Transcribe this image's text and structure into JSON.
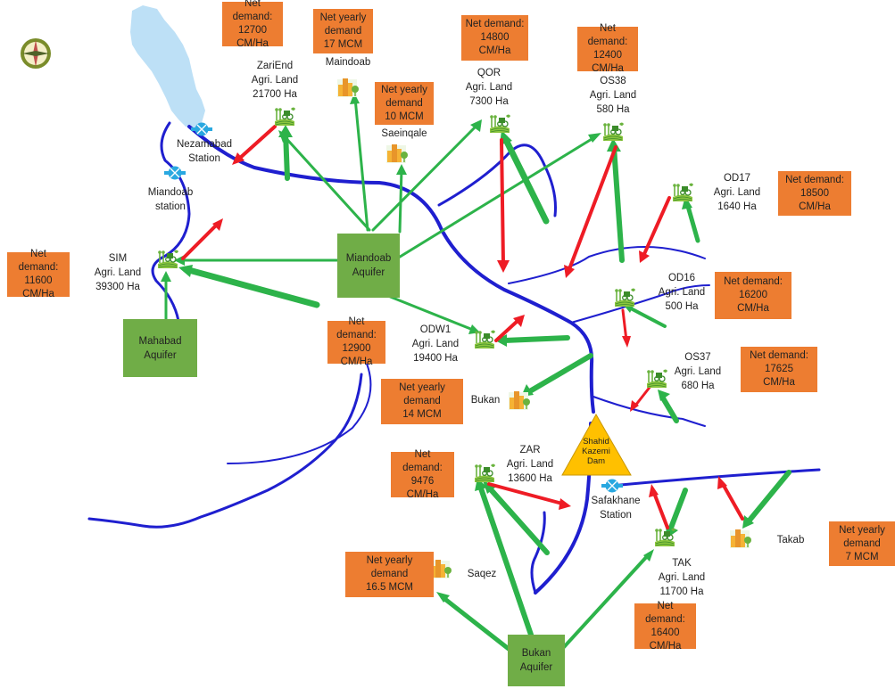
{
  "colors": {
    "river": "#1f1fcf",
    "lake": "#bde0f6",
    "supply": "#2db34a",
    "return": "#ee1c25",
    "demand_box": "#ed7d31",
    "aquifer": "#70ad47",
    "dam": "#ffc000",
    "station": "#29a8e0"
  },
  "icons": [
    "compass-icon",
    "farm-icon",
    "city-icon",
    "station-icon",
    "dam-icon"
  ],
  "demand_boxes": {
    "zariend": "Net demand:\n12700\nCM/Ha",
    "maindoab": "Net yearly\ndemand\n17 MCM",
    "qor": "Net demand:\n14800\nCM/Ha",
    "os38": "Net demand:\n12400\nCM/Ha",
    "saeinqale": "Net yearly\ndemand\n10 MCM",
    "od17": "Net demand:\n18500\nCM/Ha",
    "sim": "Net demand:\n11600\nCM/Ha",
    "od16": "Net demand:\n16200\nCM/Ha",
    "odw1": "Net demand:\n12900\nCM/Ha",
    "os37": "Net demand:\n17625\nCM/Ha",
    "bukan": "Net yearly\ndemand\n14 MCM",
    "zar": "Net demand:\n9476\nCM/Ha",
    "takab": "Net yearly\ndemand\n7 MCM",
    "saqez": "Net yearly\ndemand\n16.5 MCM",
    "tak": "Net demand:\n16400\nCM/Ha"
  },
  "aquifers": {
    "miandoab": "Miandoab\nAquifer",
    "mahabad": "Mahabad\nAquifer",
    "bukan": "Bukan\nAquifer"
  },
  "labels": {
    "zariend": "ZariEnd\nAgri. Land\n21700 Ha",
    "maindoab": "Maindoab",
    "qor": "QOR\nAgri. Land\n7300 Ha",
    "os38": "OS38\nAgri. Land\n580 Ha",
    "saeinqale": "Saeinqale",
    "nezamabad": "Nezamabad\nStation",
    "miandoab_station": "Miandoab\nstation",
    "od17": "OD17\nAgri. Land\n1640 Ha",
    "sim": "SIM\nAgri. Land\n39300 Ha",
    "od16": "OD16\nAgri. Land\n500 Ha",
    "odw1": "ODW1\nAgri. Land\n19400 Ha",
    "os37": "OS37\nAgri. Land\n680 Ha",
    "bukan": "Bukan",
    "zar": "ZAR\nAgri. Land\n13600 Ha",
    "dam": "Shahid\nKazemi\nDam",
    "safakhane": "Safakhane\nStation",
    "takab": "Takab",
    "tak": "TAK\nAgri. Land\n11700 Ha",
    "saqez": "Saqez"
  }
}
